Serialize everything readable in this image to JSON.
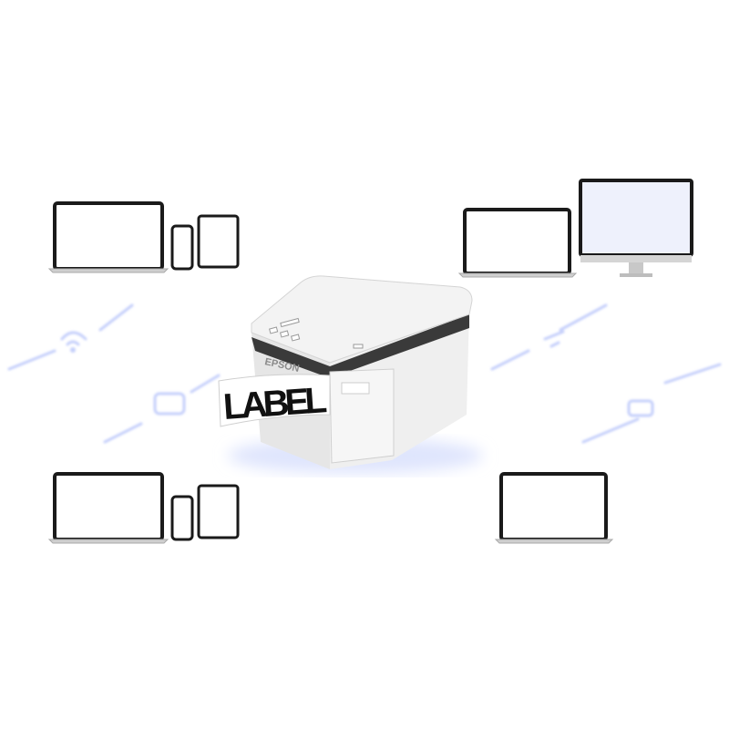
{
  "product": {
    "brand_logo": "EPSON",
    "label_text": "LABEL"
  },
  "colors": {
    "connection_lines": "#c9d3fb",
    "screen_border": "#1a1a1a",
    "device_body": "#d9d9d9",
    "printer_body": "#ededed"
  },
  "devices": [
    {
      "group": "top-left",
      "types": [
        "laptop",
        "phone",
        "tablet"
      ]
    },
    {
      "group": "top-right",
      "types": [
        "laptop",
        "desktop-monitor"
      ]
    },
    {
      "group": "bottom-left",
      "types": [
        "laptop",
        "phone",
        "tablet"
      ]
    },
    {
      "group": "bottom-right",
      "types": [
        "laptop"
      ]
    }
  ]
}
